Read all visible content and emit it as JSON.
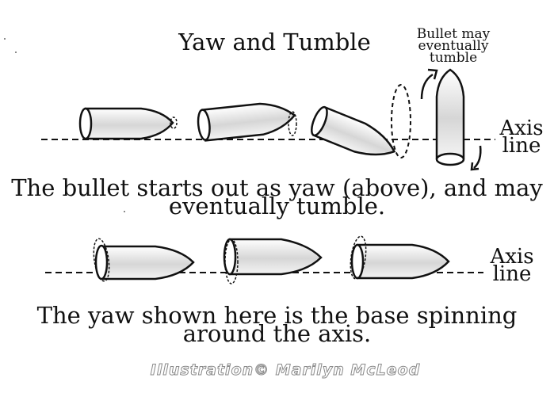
{
  "title": "Yaw and Tumble",
  "note": [
    "Bullet may",
    "eventually",
    "tumble"
  ],
  "axis_label": [
    "Axis",
    "line"
  ],
  "caption_top": [
    "The bullet starts out as yaw (above), and may",
    "eventually tumble."
  ],
  "caption_bottom": [
    "The yaw shown here is the base spinning",
    "around the axis."
  ],
  "credit": "Illustration© Marilyn McLeod",
  "colors": {
    "ink": "#111111",
    "shade": "#cfcfcf",
    "credit_outline": "#8a8a8a"
  }
}
